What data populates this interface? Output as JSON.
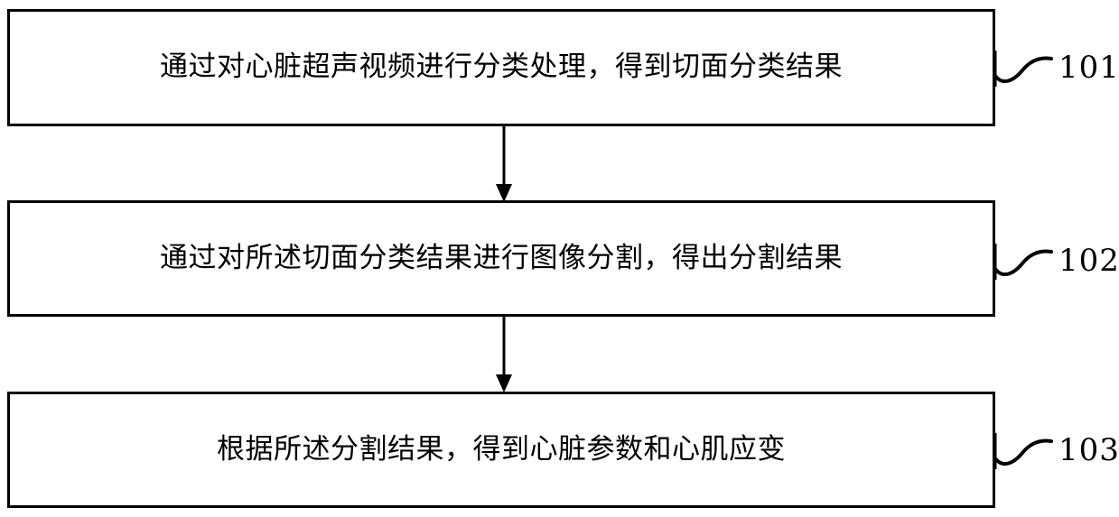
{
  "diagram": {
    "type": "flowchart",
    "orientation": "vertical",
    "background_color": "#ffffff",
    "line_color": "#000000",
    "steps": [
      {
        "ref": "101",
        "text": "通过对心脏超声视频进行分类处理，得到切面分类结果"
      },
      {
        "ref": "102",
        "text": "通过对所述切面分类结果进行图像分割，得出分割结果"
      },
      {
        "ref": "103",
        "text": "根据所述分割结果，得到心脏参数和心肌应变"
      }
    ],
    "connectors": [
      {
        "from": "101",
        "to": "102",
        "style": "arrow-down"
      },
      {
        "from": "102",
        "to": "103",
        "style": "arrow-down"
      }
    ],
    "leaders": [
      {
        "ref": "101",
        "style": "squiggle"
      },
      {
        "ref": "102",
        "style": "squiggle"
      },
      {
        "ref": "103",
        "style": "squiggle"
      }
    ]
  }
}
